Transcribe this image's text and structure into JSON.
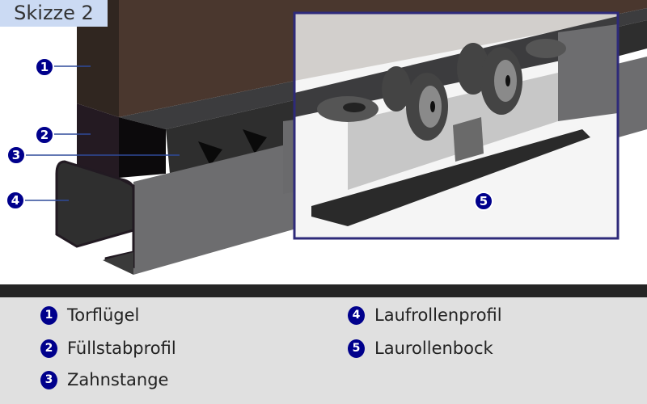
{
  "title": "Skizze 2",
  "callouts": [
    "1",
    "2",
    "3",
    "4",
    "5"
  ],
  "legend": [
    {
      "num": "1",
      "label": "Torflügel"
    },
    {
      "num": "2",
      "label": "Füllstabprofil"
    },
    {
      "num": "3",
      "label": "Zahnstange"
    },
    {
      "num": "4",
      "label": "Laufrollenprofil"
    },
    {
      "num": "5",
      "label": "Laurollenbock"
    }
  ],
  "colors": {
    "accent": "#00008c",
    "inset_border": "#2e2a7a",
    "title_bg": "#cbdaf3"
  }
}
